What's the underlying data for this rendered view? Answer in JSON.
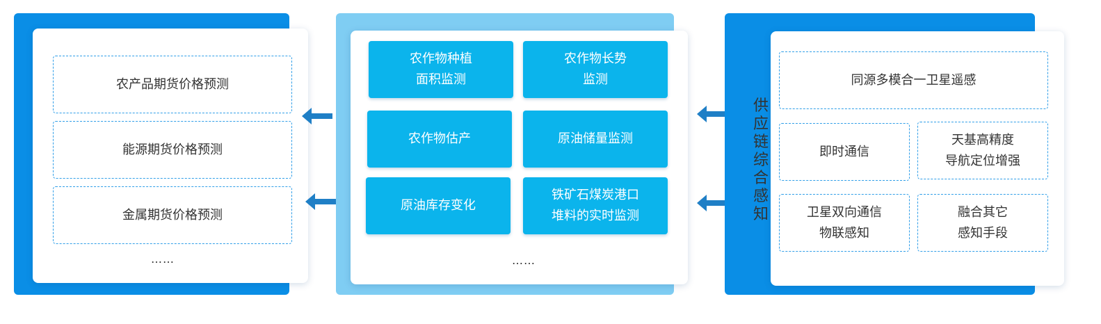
{
  "colors": {
    "left_backdrop": "#0a8ee6",
    "middle_backdrop": "#7fcdf3",
    "right_backdrop": "#0a8ee6",
    "tile": "#0bb4ec",
    "arrow": "#1f7fc6",
    "dashed_border": "#2f9ee8"
  },
  "left_panel": {
    "items": [
      "农产品期货价格预测",
      "能源期货价格预测",
      "金属期货价格预测"
    ],
    "ellipsis": "……"
  },
  "middle_panel": {
    "tiles": [
      "农作物种植\n面积监测",
      "农作物长势\n监测",
      "农作物估产",
      "原油储量监测",
      "原油库存变化",
      "铁矿石煤炭港口\n堆料的实时监测"
    ],
    "ellipsis": "……"
  },
  "right_panel": {
    "vertical_label": "供\n应\n链\n综\n合\n感\n知",
    "top_item": "同源多模合一卫星遥感",
    "grid": [
      "即时通信",
      "天基高精度\n导航定位增强",
      "卫星双向通信\n物联感知",
      "融合其它\n感知手段"
    ]
  },
  "arrows": [
    "arrow-left-icon",
    "arrow-left-icon",
    "arrow-left-icon",
    "arrow-left-icon"
  ]
}
